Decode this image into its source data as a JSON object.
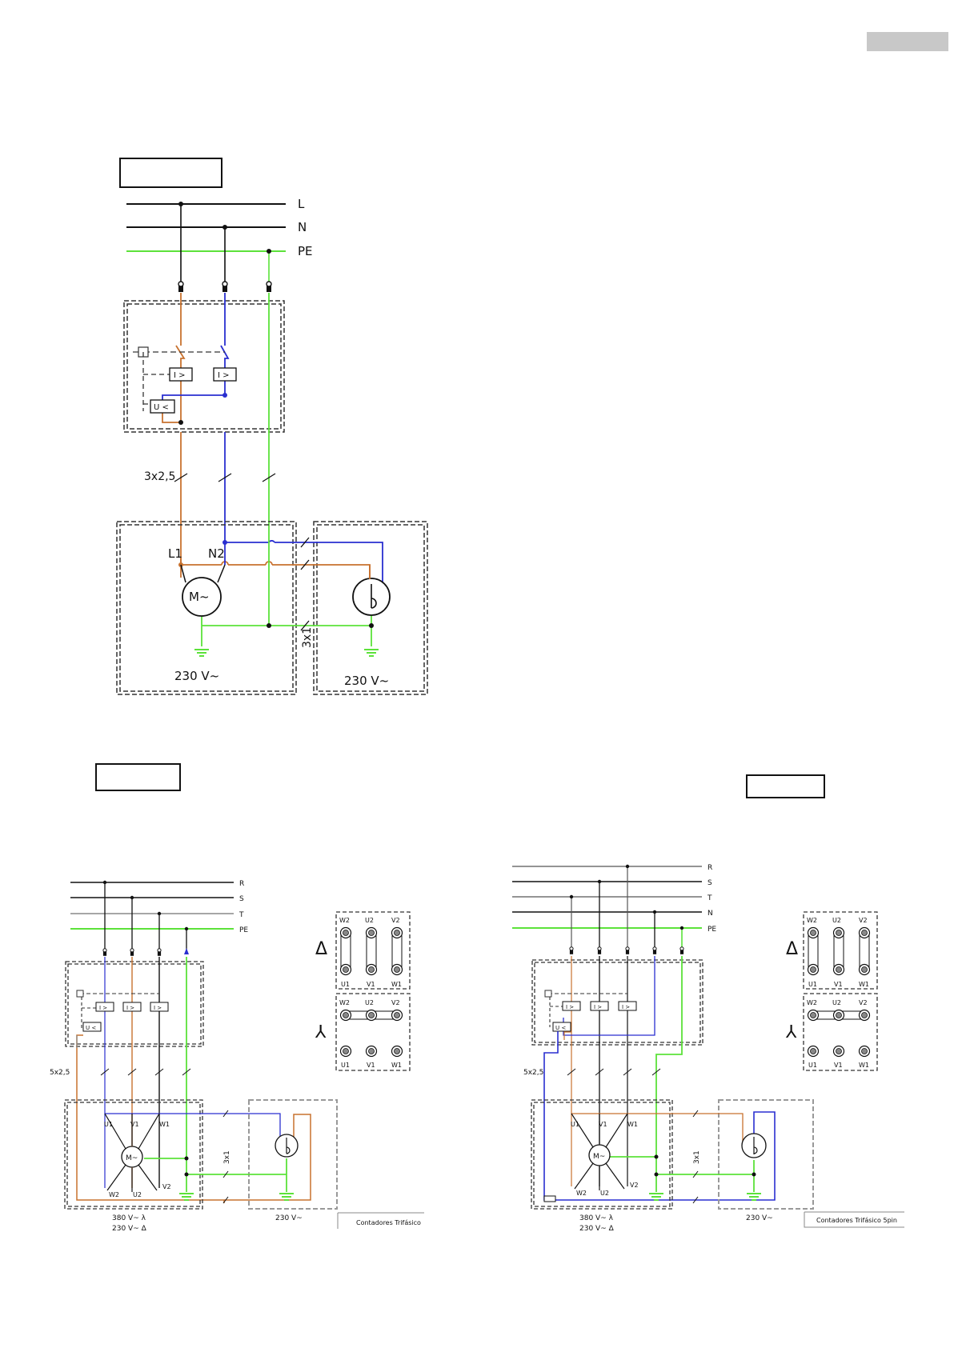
{
  "colors": {
    "phase": "#c8722f",
    "neutral": "#2a2fd0",
    "earth": "#5ce23a",
    "black": "#111111",
    "grey": "#888888",
    "tab": "#c8c8c8"
  },
  "diagram1": {
    "title_box": "",
    "bus_labels": [
      "L",
      "N",
      "PE"
    ],
    "cable_label": "3x2,5",
    "motor_symbol": "M~",
    "terminal_labels": [
      "L1",
      "N2"
    ],
    "relay_labels": [
      "I >",
      "I >"
    ],
    "undervoltage": "U <",
    "pump_cable": "3x1",
    "voltage_left": "230 V~",
    "voltage_right": "230 V~"
  },
  "diagram2": {
    "title_box": "",
    "bus_labels": [
      "R",
      "S",
      "T",
      "PE"
    ],
    "cable_label": "5x2,5",
    "motor_symbol": "M~",
    "motor_terminals": [
      "U1",
      "V1",
      "W1",
      "W2",
      "U2",
      "V2"
    ],
    "relay_labels": [
      "I >",
      "I >",
      "I >"
    ],
    "undervoltage": "U <",
    "pump_cable": "3x1",
    "voltage_star": "380 V~ λ",
    "voltage_delta": "230 V~ Δ",
    "voltage_pump": "230 V~",
    "caption": "Contadores Trifásico",
    "delta_symbol": "Δ",
    "star_symbol": "⅄",
    "terminal_top": [
      "W2",
      "U2",
      "V2"
    ],
    "terminal_bottom": [
      "U1",
      "V1",
      "W1"
    ]
  },
  "diagram3": {
    "title_box": "",
    "bus_labels": [
      "R",
      "S",
      "T",
      "N",
      "PE"
    ],
    "cable_label": "5x2,5",
    "motor_symbol": "M~",
    "motor_terminals": [
      "U1",
      "V1",
      "W1",
      "W2",
      "U2",
      "V2"
    ],
    "relay_labels": [
      "I >",
      "I >",
      "I >"
    ],
    "undervoltage": "U <",
    "pump_cable": "3x1",
    "voltage_star": "380 V~ λ",
    "voltage_delta": "230 V~ Δ",
    "voltage_pump": "230 V~",
    "caption": "Contadores Trifásico 5pin",
    "delta_symbol": "Δ",
    "star_symbol": "⅄",
    "terminal_top": [
      "W2",
      "U2",
      "V2"
    ],
    "terminal_bottom": [
      "U1",
      "V1",
      "W1"
    ]
  }
}
